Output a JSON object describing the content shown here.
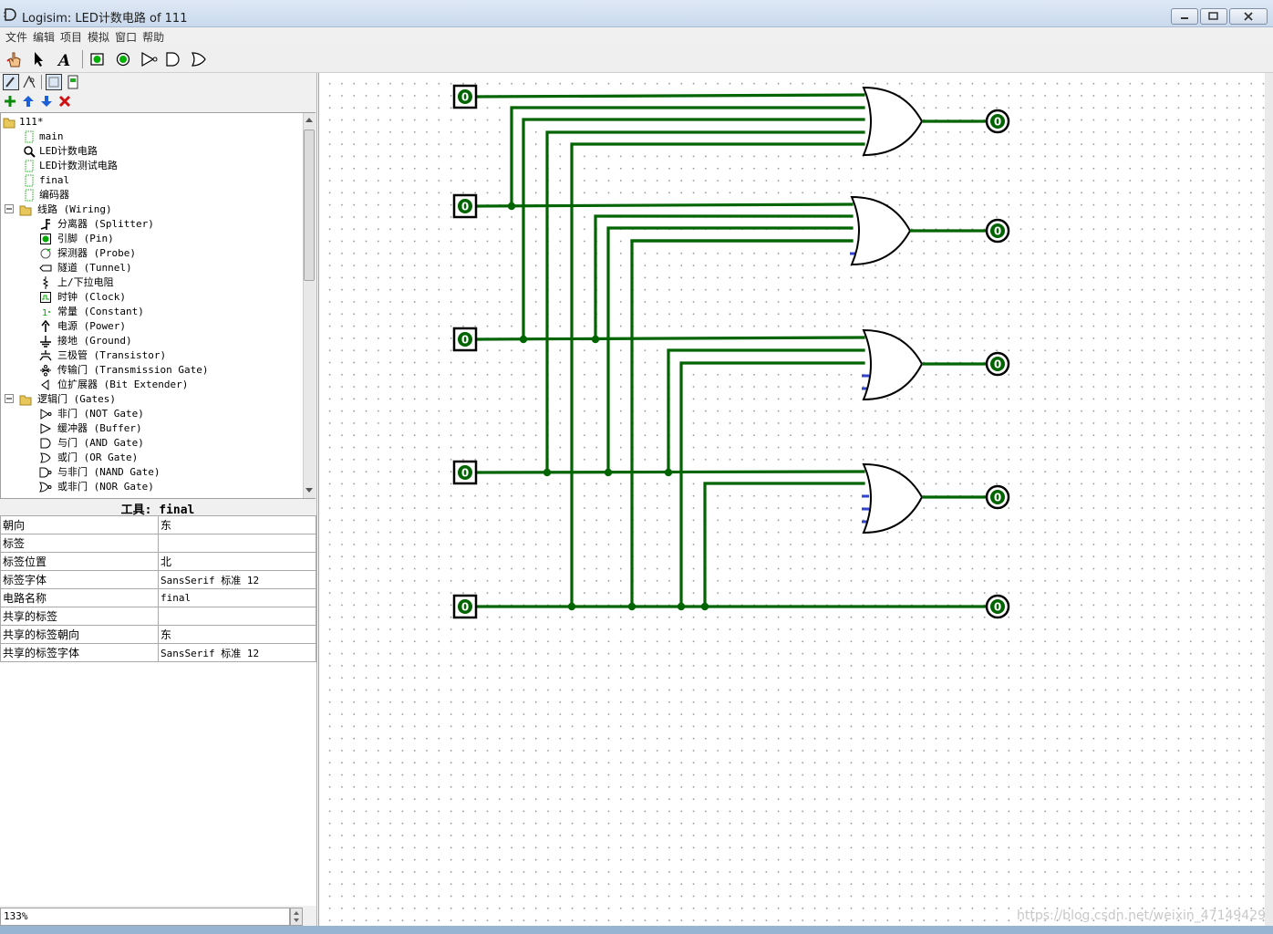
{
  "window": {
    "title": "Logisim: LED计数电路 of 111"
  },
  "menu": [
    "文件",
    "编辑",
    "项目",
    "模拟",
    "窗口",
    "帮助"
  ],
  "toolbar_icons": [
    "poke-hand-icon",
    "select-arrow-icon",
    "text-tool-icon",
    "input-pin-icon",
    "output-pin-icon",
    "not-gate-icon",
    "and-gate-icon",
    "or-gate-icon"
  ],
  "tree": {
    "root": "111*",
    "circuits": [
      "main",
      "LED计数电路",
      "LED计数测试电路",
      "final",
      "编码器"
    ],
    "wiring_folder": "线路 (Wiring)",
    "wiring_items": [
      "分离器 (Splitter)",
      "引脚 (Pin)",
      "探测器 (Probe)",
      "隧道 (Tunnel)",
      "上/下拉电阻",
      "时钟 (Clock)",
      "常量 (Constant)",
      "电源 (Power)",
      "接地 (Ground)",
      "三极管 (Transistor)",
      "传输门 (Transmission Gate)",
      "位扩展器 (Bit Extender)"
    ],
    "gates_folder": "逻辑门 (Gates)",
    "gates_items": [
      "非门 (NOT Gate)",
      "缓冲器 (Buffer)",
      "与门 (AND Gate)",
      "或门 (OR Gate)",
      "与非门 (NAND Gate)",
      "或非门 (NOR Gate)"
    ]
  },
  "attributes": {
    "title": "工具: final",
    "rows": [
      {
        "key": "朝向",
        "value": "东"
      },
      {
        "key": "标签",
        "value": ""
      },
      {
        "key": "标签位置",
        "value": "北"
      },
      {
        "key": "标签字体",
        "value": "SansSerif 标准 12"
      },
      {
        "key": "电路名称",
        "value": "final"
      },
      {
        "key": "共享的标签",
        "value": ""
      },
      {
        "key": "共享的标签朝向",
        "value": "东"
      },
      {
        "key": "共享的标签字体",
        "value": "SansSerif 标准 12"
      }
    ]
  },
  "zoom": "133%",
  "circuit": {
    "input_value": "0",
    "output_value": "0",
    "wire_color": "#006400"
  },
  "watermark": "https://blog.csdn.net/weixin_47149429"
}
